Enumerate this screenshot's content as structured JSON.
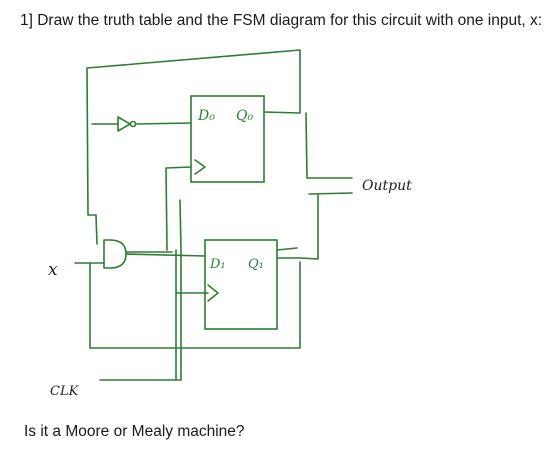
{
  "question": "1] Draw the truth table and the FSM diagram for this circuit with one input, x:",
  "footer": "Is it a Moore or Mealy machine?",
  "labels": {
    "ff0_d": "D₀",
    "ff0_q": "Q₀",
    "ff1_d": "D₁",
    "ff1_q": "Q₁",
    "output": "Output",
    "input_x": "x",
    "clock": "CLK"
  },
  "colors": {
    "wire": "#2e7d32",
    "text": "#1a1a1a",
    "handwriting_black": "#222222"
  }
}
